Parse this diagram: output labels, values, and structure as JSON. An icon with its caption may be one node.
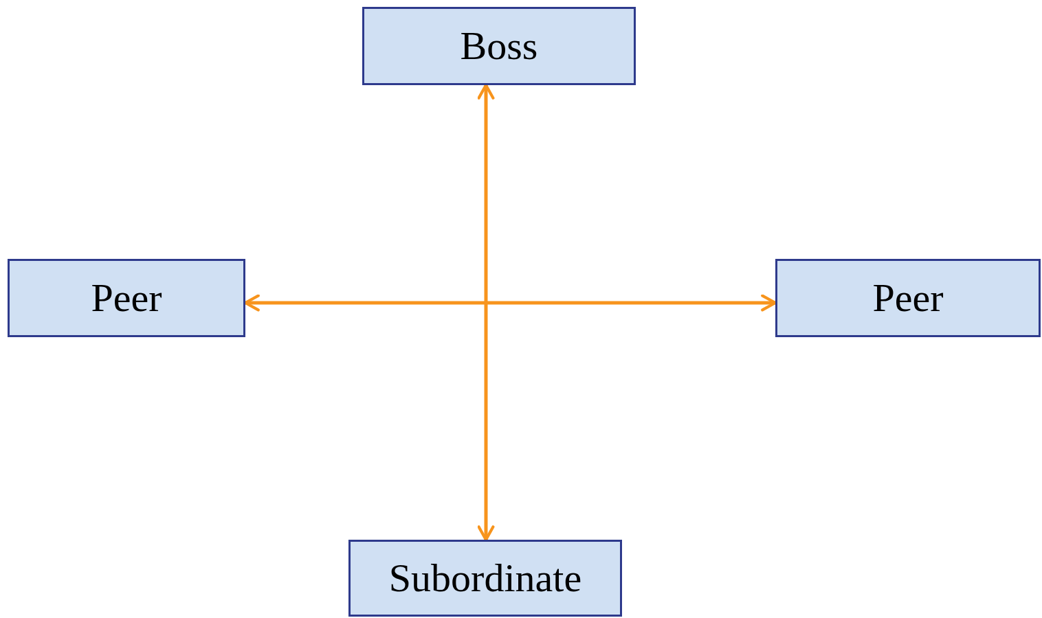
{
  "diagram": {
    "nodes": [
      {
        "text": [
          "Boss"
        ]
      },
      {
        "text": [
          "Peer"
        ]
      },
      {
        "text": [
          "Peer"
        ]
      },
      {
        "text": [
          "Subordinate"
        ]
      }
    ],
    "edges": [
      {
        "from": 0,
        "to": 3,
        "arrow": "both"
      },
      {
        "from": 1,
        "to": 2,
        "arrow": "both"
      }
    ]
  }
}
